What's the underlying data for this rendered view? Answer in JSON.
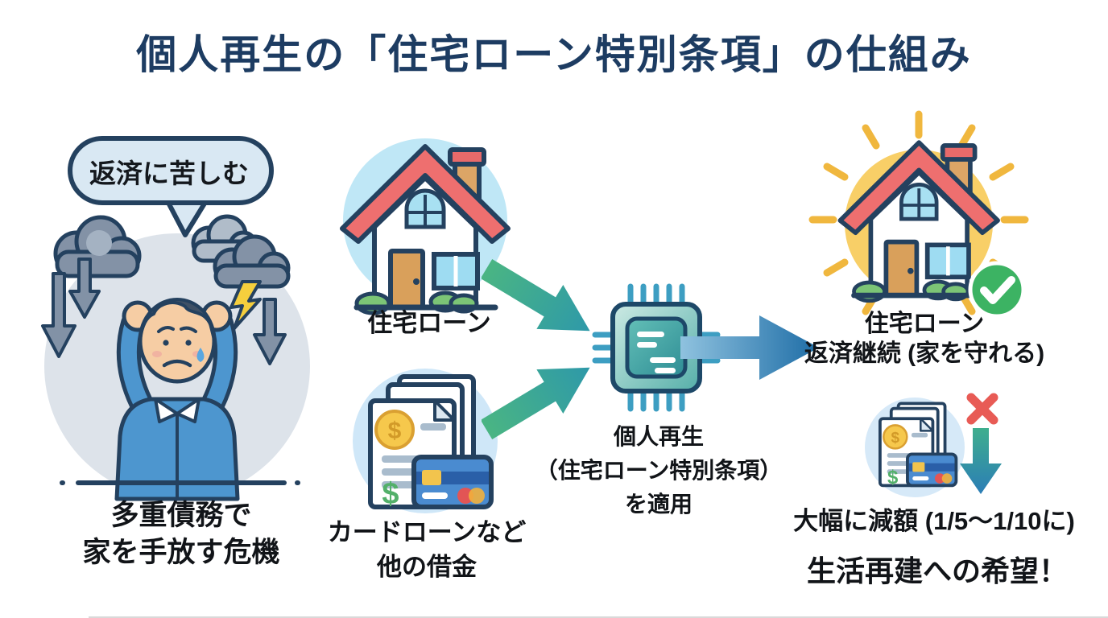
{
  "title": "個人再生の「住宅ローン特別条項」の仕組み",
  "problem": {
    "speech_bubble": "返済に苦しむ",
    "caption": [
      "多重債務で",
      "家を手放す危機"
    ]
  },
  "inputs": {
    "housing_loan_label": "住宅ローン",
    "other_debts_caption": [
      "カードローンなど",
      "他の借金"
    ]
  },
  "process": {
    "caption": [
      "個人再生",
      "（住宅ローン特別条項）",
      "を適用"
    ]
  },
  "outcome": {
    "house_caption": [
      "住宅ローン",
      "返済継続 (家を守れる)"
    ],
    "reduction_caption": "大幅に減額 (1/5〜1/10に)",
    "hope_caption": "生活再建への希望！"
  },
  "icons": {
    "speech-bubble-icon": "💬",
    "storm-cloud-icon": "☁",
    "lightning-icon": "⚡",
    "down-arrow-icon": "↓",
    "stressed-person-icon": "🙍",
    "house-icon": "⌂",
    "debt-documents-icon": "🗎",
    "coin-icon": "$",
    "credit-card-icon": "▭",
    "merge-arrow-icon": "➤",
    "cpu-chip-icon": "▣",
    "output-arrow-icon": "➡",
    "sun-icon": "☀",
    "check-icon": "✓",
    "cross-icon": "✕",
    "reduction-arrow-icon": "⬇"
  },
  "colors": {
    "title_navy": "#1d3c62",
    "outline_navy": "#24415f",
    "teal_arrow": "#35a693",
    "blue_arrow": "#2878b0",
    "roof_red": "#ee6f6f",
    "sun_yellow": "#f8cf67",
    "check_green": "#3cb363",
    "cross_red": "#e85b55",
    "shirt_blue": "#4d96cf"
  }
}
